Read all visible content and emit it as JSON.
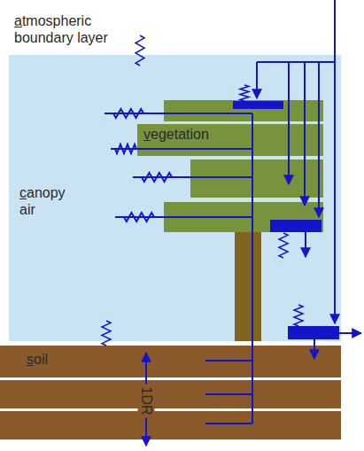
{
  "diagram": {
    "nodes": [
      {
        "text": [
          "canopy air"
        ]
      },
      {
        "text": [
          "vegetation"
        ],
        "in": 0
      },
      {
        "text": [
          "soil"
        ]
      }
    ],
    "labels": [
      "atmospheric boundary layer",
      "1DR"
    ]
  }
}
